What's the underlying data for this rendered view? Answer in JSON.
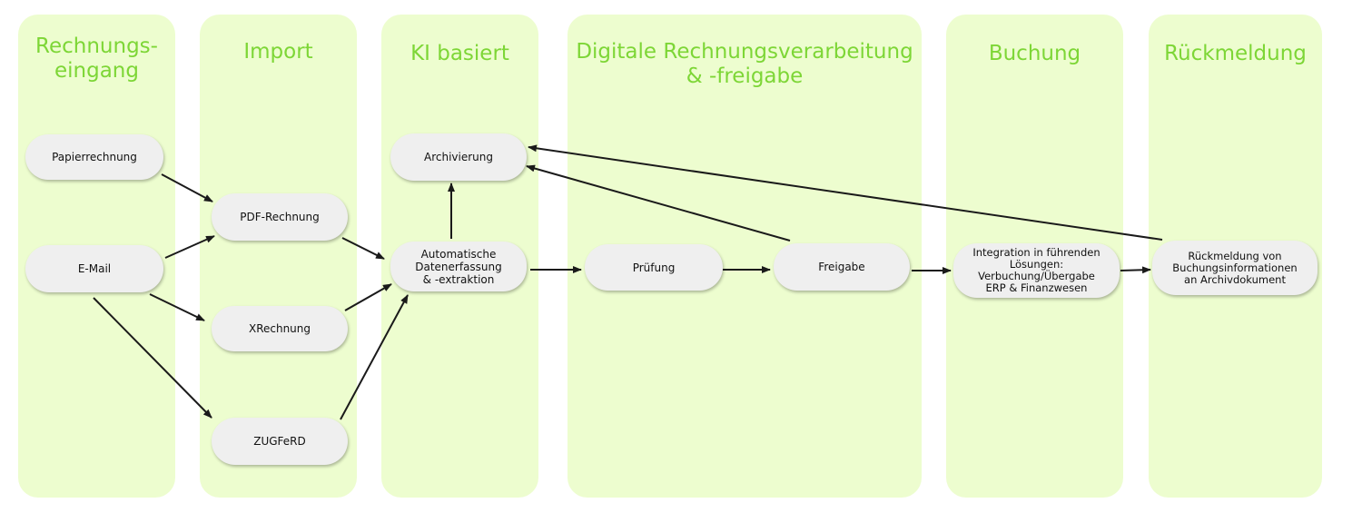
{
  "columns": {
    "eingang": {
      "title": "Rechnungs-\neingang"
    },
    "import": {
      "title": "Import"
    },
    "ki": {
      "title": "KI basiert"
    },
    "digital": {
      "title": "Digitale Rechnungsverarbeitung\n& -freigabe"
    },
    "buchung": {
      "title": "Buchung"
    },
    "rueckmeldung": {
      "title": "Rückmeldung"
    }
  },
  "nodes": {
    "papierrechnung": "Papierrechnung",
    "email": "E-Mail",
    "pdf": "PDF-Rechnung",
    "xrechnung": "XRechnung",
    "zugferd": "ZUGFeRD",
    "archivierung": "Archivierung",
    "datenerfassung": "Automatische\nDatenerfassung\n& -extraktion",
    "pruefung": "Prüfung",
    "freigabe": "Freigabe",
    "integration": "Integration in führenden\nLösungen:\nVerbuchung/Übergabe\nERP & Finanzwesen",
    "rueckmeldung_node": "Rückmeldung von\nBuchungsinformationen\nan Archivdokument"
  },
  "colors": {
    "column_bg": "#edfdcf",
    "title_green": "#7dd636",
    "node_bg": "#efefef",
    "arrow": "#1a1a1a"
  }
}
